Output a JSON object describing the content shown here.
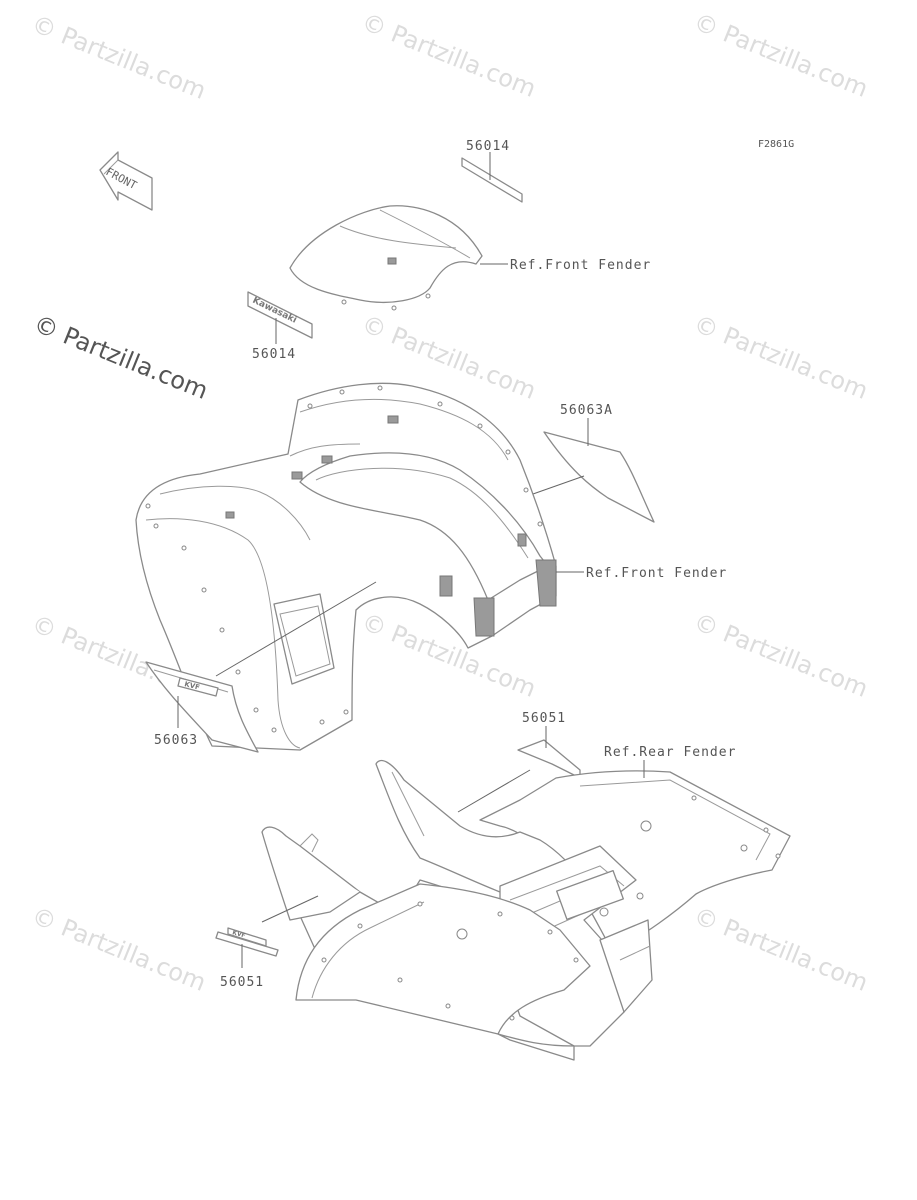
{
  "figure_code": "F2861G",
  "front_arrow_text": "FRONT",
  "watermark_text": "© Partzilla.com",
  "labels": {
    "top_decal": "56014",
    "front_fender_ref": "Ref.Front Fender",
    "logo_decal": "56014",
    "right_decal": "56063A",
    "front_fender_ref_2": "Ref.Front Fender",
    "left_decal": "56063",
    "rear_decal_top": "56051",
    "rear_fender_ref": "Ref.Rear Fender",
    "rear_decal_bottom": "56051"
  },
  "decal_texts": {
    "logo": "Kawasaki",
    "left_badge": "KVF",
    "rear_badge": "KVF"
  }
}
